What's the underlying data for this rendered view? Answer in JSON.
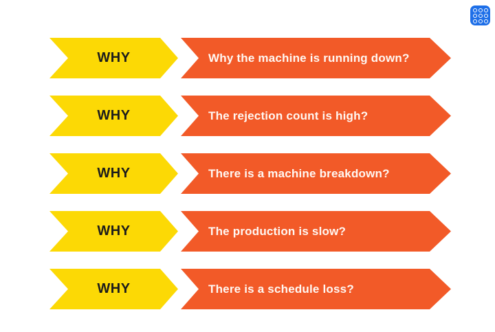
{
  "diagram": {
    "type": "5-whys-analysis",
    "colors": {
      "why_arrow_fill": "#FCD905",
      "question_arrow_fill": "#F25A28",
      "why_text": "#1C1C1C",
      "question_text": "#FFF8F3",
      "apps_icon_background": "#1E6FE8",
      "apps_icon_dots": "#FFFFFF",
      "page_background": "#FFFFFF"
    },
    "header": {
      "apps_icon": "grid-of-dots-icon"
    },
    "rows": [
      {
        "label": "WHY",
        "question": "Why the machine is running down?"
      },
      {
        "label": "WHY",
        "question": "The rejection count is high?"
      },
      {
        "label": "WHY",
        "question": "There is a machine breakdown?"
      },
      {
        "label": "WHY",
        "question": "The production is slow?"
      },
      {
        "label": "WHY",
        "question": "There is a schedule loss?"
      }
    ]
  }
}
